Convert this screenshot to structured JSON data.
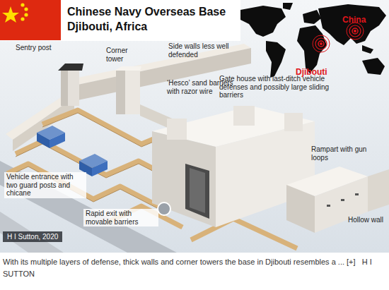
{
  "diagram": {
    "title": "Chinese Navy Overseas Base Djibouti, Africa",
    "caption": "With its multiple layers of defense, thick walls and corner towers the base in Djibouti resembles a ... [+]   H I SUTTON",
    "nodes": [
      {
        "text": [
          "H I Sutton, 2020"
        ]
      }
    ],
    "labels": [
      "China",
      "Djibouti",
      "Sentry post",
      "Corner tower",
      "Side walls less well defended",
      "‘Hesco’ sand barriers with razor wire",
      "Gate house with last-ditch vehicle defenses and possibly large sliding barriers",
      "Rampart with gun loops",
      "Hollow wall",
      "Vehicle entrance with two guard posts and chicane",
      "Rapid exit with movable barriers"
    ]
  }
}
